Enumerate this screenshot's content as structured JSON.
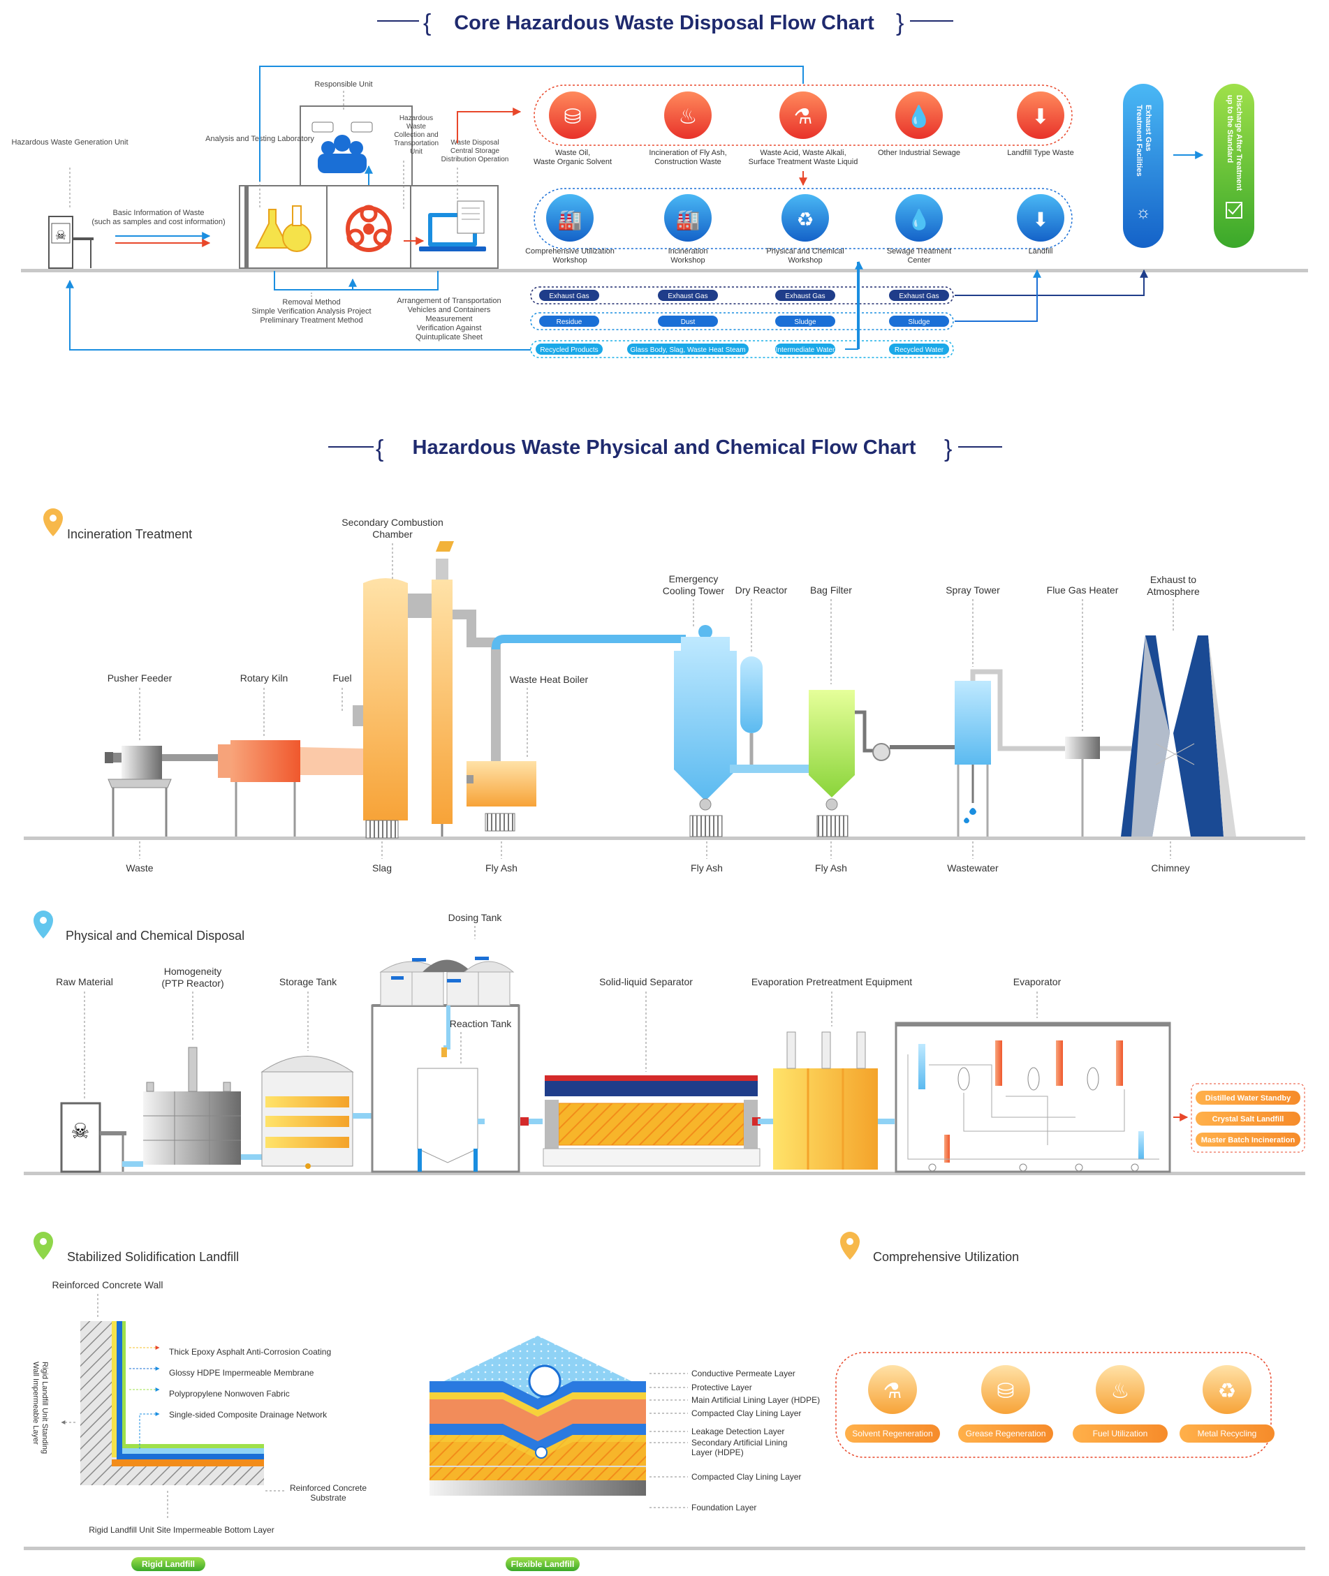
{
  "section1": {
    "title": "Core Hazardous Waste Disposal Flow Chart",
    "gen_unit": "Hazardous Waste Generation Unit",
    "basic_info": [
      "Basic Information of Waste",
      "(such as samples and cost information)"
    ],
    "analysis_lab": "Analysis and Testing Laboratory",
    "responsible_unit": "Responsible Unit",
    "collection_unit": [
      "Hazardous",
      "Waste",
      "Collection and",
      "Transportation",
      "Unit"
    ],
    "central_storage": [
      "Waste Disposal",
      "Central Storage",
      "Distribution Operation"
    ],
    "removal": [
      "Removal Method",
      "Simple Verification Analysis Project",
      "Preliminary Treatment Method"
    ],
    "arrangement": [
      "Arrangement of Transportation",
      "Vehicles and Containers",
      "Measurement",
      "Verification Against",
      "Quintuplicate Sheet"
    ],
    "waste_types": [
      {
        "label": [
          "Waste Oil,",
          "Waste Organic Solvent"
        ],
        "icon": "oil-barrel-icon"
      },
      {
        "label": [
          "Incineration of Fly Ash,",
          "Construction Waste"
        ],
        "icon": "flame-icon"
      },
      {
        "label": [
          "Waste Acid, Waste Alkali,",
          "Surface Treatment Waste Liquid"
        ],
        "icon": "flask-icon"
      },
      {
        "label": [
          "Other Industrial Sewage"
        ],
        "icon": "water-drop-icon"
      },
      {
        "label": [
          "Landfill Type Waste"
        ],
        "icon": "down-arrow-icon"
      }
    ],
    "workshops": [
      {
        "label": [
          "Comprehensive Utilization",
          "Workshop"
        ],
        "icon": "factory-icon"
      },
      {
        "label": [
          "Incineration",
          "Workshop"
        ],
        "icon": "incinerator-icon"
      },
      {
        "label": [
          "Physical and Chemical",
          "Workshop"
        ],
        "icon": "recycle-icon"
      },
      {
        "label": [
          "Sewage Treatment",
          "Center"
        ],
        "icon": "water-drop-icon"
      },
      {
        "label": [
          "Landfill"
        ],
        "icon": "landfill-icon"
      }
    ],
    "row_exhaust": [
      "Exhaust Gas",
      "Exhaust Gas",
      "Exhaust Gas",
      "Exhaust Gas"
    ],
    "row_residue": [
      "Residue",
      "Dust",
      "Sludge",
      "Sludge"
    ],
    "row_products": [
      "Recycled Products",
      "Glass Body, Slag, Waste Heat Steam",
      "Intermediate Water",
      "Recycled Water"
    ],
    "exhaust_facility": [
      "Exhaust Gas",
      "Treatment Facilities"
    ],
    "discharge": [
      "Discharge After Treatment",
      "up to the Standard"
    ]
  },
  "section2": {
    "title": "Hazardous Waste Physical and Chemical Flow Chart",
    "incineration": {
      "heading": "Incineration Treatment",
      "top_labels": [
        "Pusher Feeder",
        "Rotary Kiln",
        "Fuel",
        "Waste Heat Boiler",
        "Bag Filter",
        "Spray Tower",
        "Flue Gas Heater",
        "Dry Reactor"
      ],
      "secondary": [
        "Secondary Combustion",
        "Chamber"
      ],
      "emergency": [
        "Emergency",
        "Cooling Tower"
      ],
      "exhaust_atm": [
        "Exhaust to",
        "Atmosphere"
      ],
      "bottom_labels": [
        "Waste",
        "Slag",
        "Fly Ash",
        "Fly Ash",
        "Fly Ash",
        "Wastewater",
        "Chimney"
      ]
    },
    "physchem": {
      "heading": "Physical and Chemical Disposal",
      "raw": "Raw Material",
      "homogeneity": [
        "Homogeneity",
        "(PTP Reactor)"
      ],
      "storage": "Storage Tank",
      "dosing": "Dosing Tank",
      "reaction": "Reaction Tank",
      "separator": "Solid-liquid Separator",
      "evap_pre": "Evaporation Pretreatment Equipment",
      "evaporator": "Evaporator",
      "outputs": [
        "Distilled Water Standby",
        "Crystal Salt Landfill",
        "Master Batch Incineration"
      ]
    },
    "landfill": {
      "heading": "Stabilized Solidification Landfill",
      "wall": "Reinforced Concrete Wall",
      "layers_rigid": [
        "Thick Epoxy Asphalt Anti-Corrosion Coating",
        "Glossy HDPE Impermeable Membrane",
        "Polypropylene Nonwoven Fabric",
        "Single-sided Composite Drainage Network"
      ],
      "vertical": [
        "Rigid Landfill Unit Standing",
        "Wall Impermeable Layer"
      ],
      "substrate": [
        "Reinforced Concrete",
        "Substrate"
      ],
      "bottom": "Rigid Landfill Unit Site Impermeable Bottom Layer",
      "flex_layers": [
        "Conductive Permeate Layer",
        "Protective Layer",
        "Main Artificial Lining Layer (HDPE)",
        "Compacted Clay Lining Layer",
        "Leakage Detection Layer",
        "Secondary Artificial Lining",
        "Layer (HDPE)",
        "Compacted Clay Lining Layer",
        "Foundation Layer"
      ],
      "rigid_tag": "Rigid Landfill",
      "flex_tag": "Flexible Landfill"
    },
    "utilization": {
      "heading": "Comprehensive Utilization",
      "items": [
        "Solvent Regeneration",
        "Grease Regeneration",
        "Fuel Utilization",
        "Metal Recycling"
      ]
    }
  },
  "colors": {
    "navy": "#1f2a6e",
    "blue": "#1a8ee0",
    "orange": "#f39a3a",
    "red": "#e8472a",
    "green": "#5cc23a"
  }
}
